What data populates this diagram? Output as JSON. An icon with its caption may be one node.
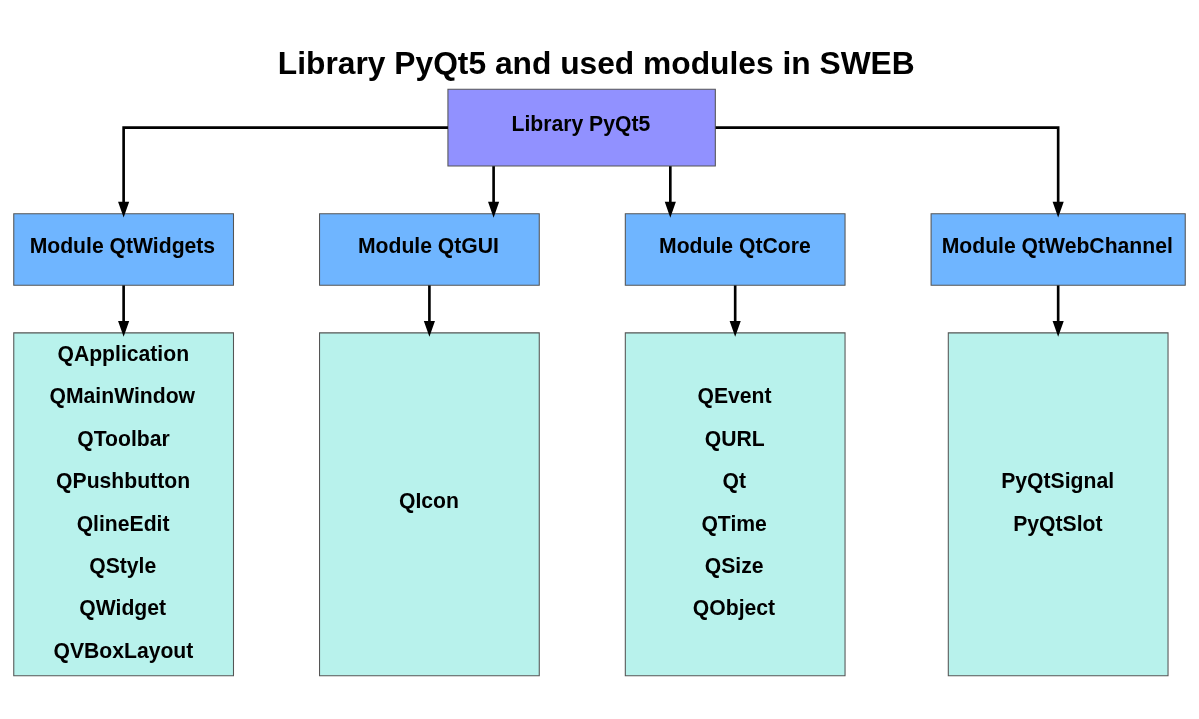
{
  "diagram": {
    "title": "Library PyQt5 and used modules in SWEB",
    "nodes": [
      {
        "text": [
          "Library PyQt5"
        ]
      },
      {
        "text": [
          "Module QtWidgets"
        ]
      },
      {
        "text": [
          "Module QtGUI"
        ]
      },
      {
        "text": [
          "Module QtCore"
        ]
      },
      {
        "text": [
          "Module QtWebChannel"
        ]
      },
      {
        "text": [
          "QApplication",
          "QMainWindow",
          "QToolbar",
          "QPushbutton",
          "QlineEdit",
          "QStyle",
          "QWidget",
          "QVBoxLayout"
        ]
      },
      {
        "text": [
          "QIcon"
        ]
      },
      {
        "text": [
          "QEvent",
          "QURL",
          "Qt",
          "QTime",
          "QSize",
          "QObject"
        ]
      },
      {
        "text": [
          "PyQtSignal",
          "PyQtSlot"
        ]
      }
    ],
    "edges": [
      {
        "from": 0,
        "to": 1,
        "arrow": "to"
      },
      {
        "from": 0,
        "to": 2,
        "arrow": "to"
      },
      {
        "from": 0,
        "to": 3,
        "arrow": "to"
      },
      {
        "from": 0,
        "to": 4,
        "arrow": "to"
      },
      {
        "from": 1,
        "to": 5,
        "arrow": "to"
      },
      {
        "from": 2,
        "to": 6,
        "arrow": "to"
      },
      {
        "from": 3,
        "to": 7,
        "arrow": "to"
      },
      {
        "from": 4,
        "to": 8,
        "arrow": "to"
      }
    ]
  }
}
